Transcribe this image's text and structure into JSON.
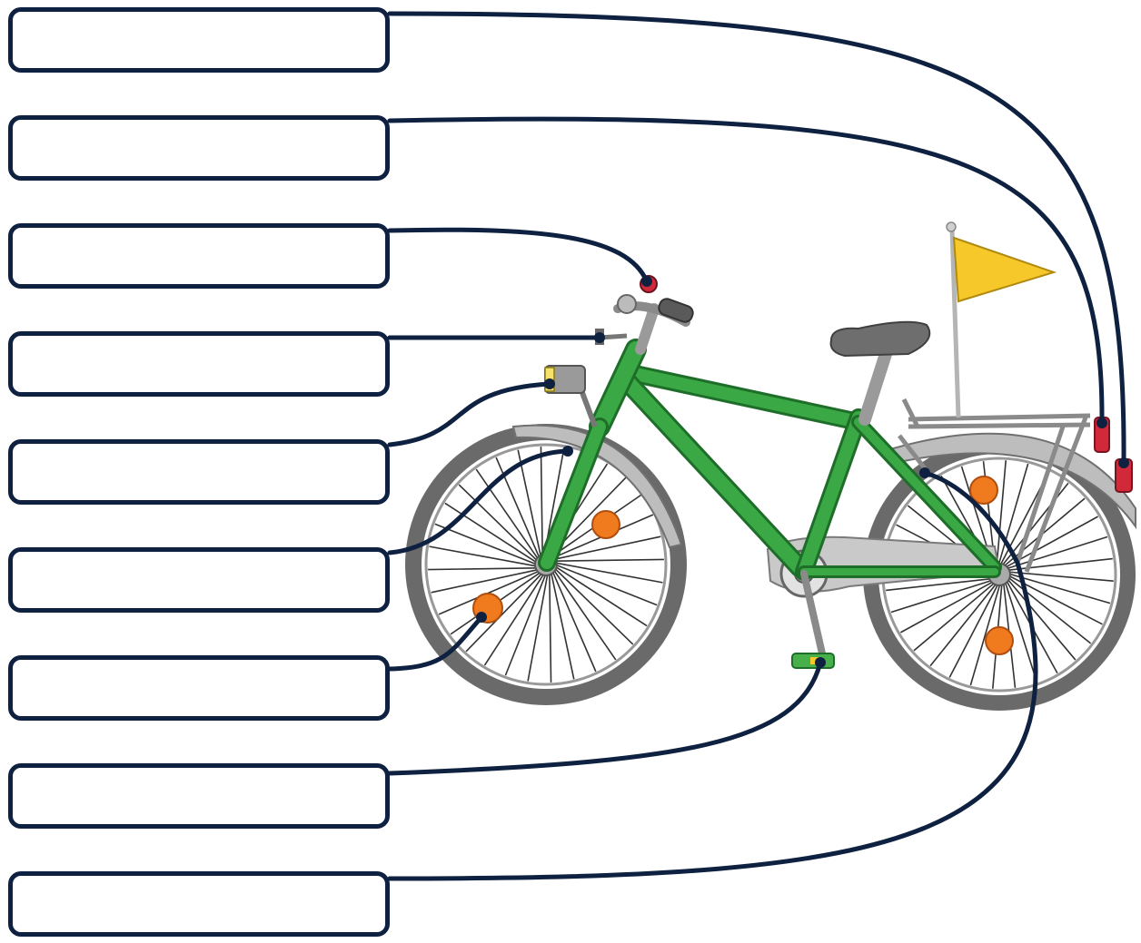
{
  "worksheet": {
    "labels": [
      {
        "id": "label-1",
        "text": ""
      },
      {
        "id": "label-2",
        "text": ""
      },
      {
        "id": "label-3",
        "text": ""
      },
      {
        "id": "label-4",
        "text": ""
      },
      {
        "id": "label-5",
        "text": ""
      },
      {
        "id": "label-6",
        "text": ""
      },
      {
        "id": "label-7",
        "text": ""
      },
      {
        "id": "label-8",
        "text": ""
      },
      {
        "id": "label-9",
        "text": ""
      }
    ]
  },
  "colors": {
    "line": "#0f2140",
    "frame_green": "#3aa844",
    "frame_green_dark": "#1e6e2a",
    "flag": "#f6c82a",
    "reflector": "#f07a1e",
    "tire": "#5a5a5a",
    "fender": "#b9b9b9",
    "red_light": "#d1283a"
  }
}
